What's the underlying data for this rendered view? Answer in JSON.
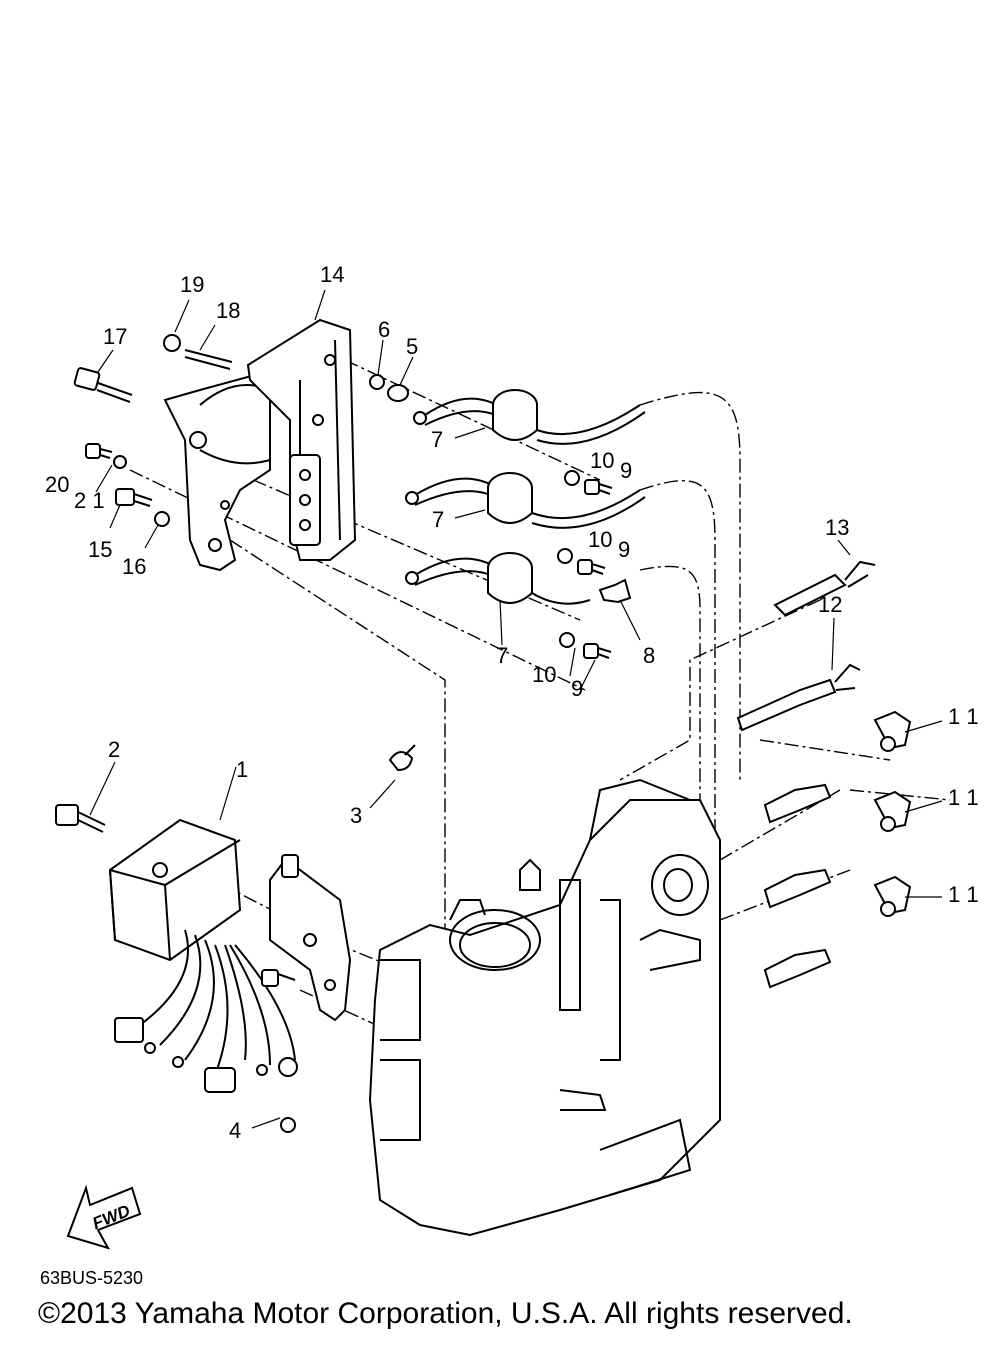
{
  "diagram": {
    "drawing_code": "63BUS-5230",
    "copyright": "©2013 Yamaha Motor Corporation, U.S.A. All rights reserved.",
    "fwd_label": "FWD",
    "callouts": {
      "c1": "1",
      "c2": "2",
      "c3": "3",
      "c4": "4",
      "c5": "5",
      "c6": "6",
      "c7a": "7",
      "c7b": "7",
      "c7c": "7",
      "c8": "8",
      "c9a": "9",
      "c9b": "9",
      "c9c": "9",
      "c10a": "10",
      "c10b": "10",
      "c10c": "10",
      "c11a": "1 1",
      "c11b": "1 1",
      "c11c": "1 1",
      "c12": "12",
      "c13": "13",
      "c14": "14",
      "c15": "15",
      "c16": "16",
      "c17": "17",
      "c18": "18",
      "c19": "19",
      "c20": "20",
      "c21": "2 1"
    }
  }
}
